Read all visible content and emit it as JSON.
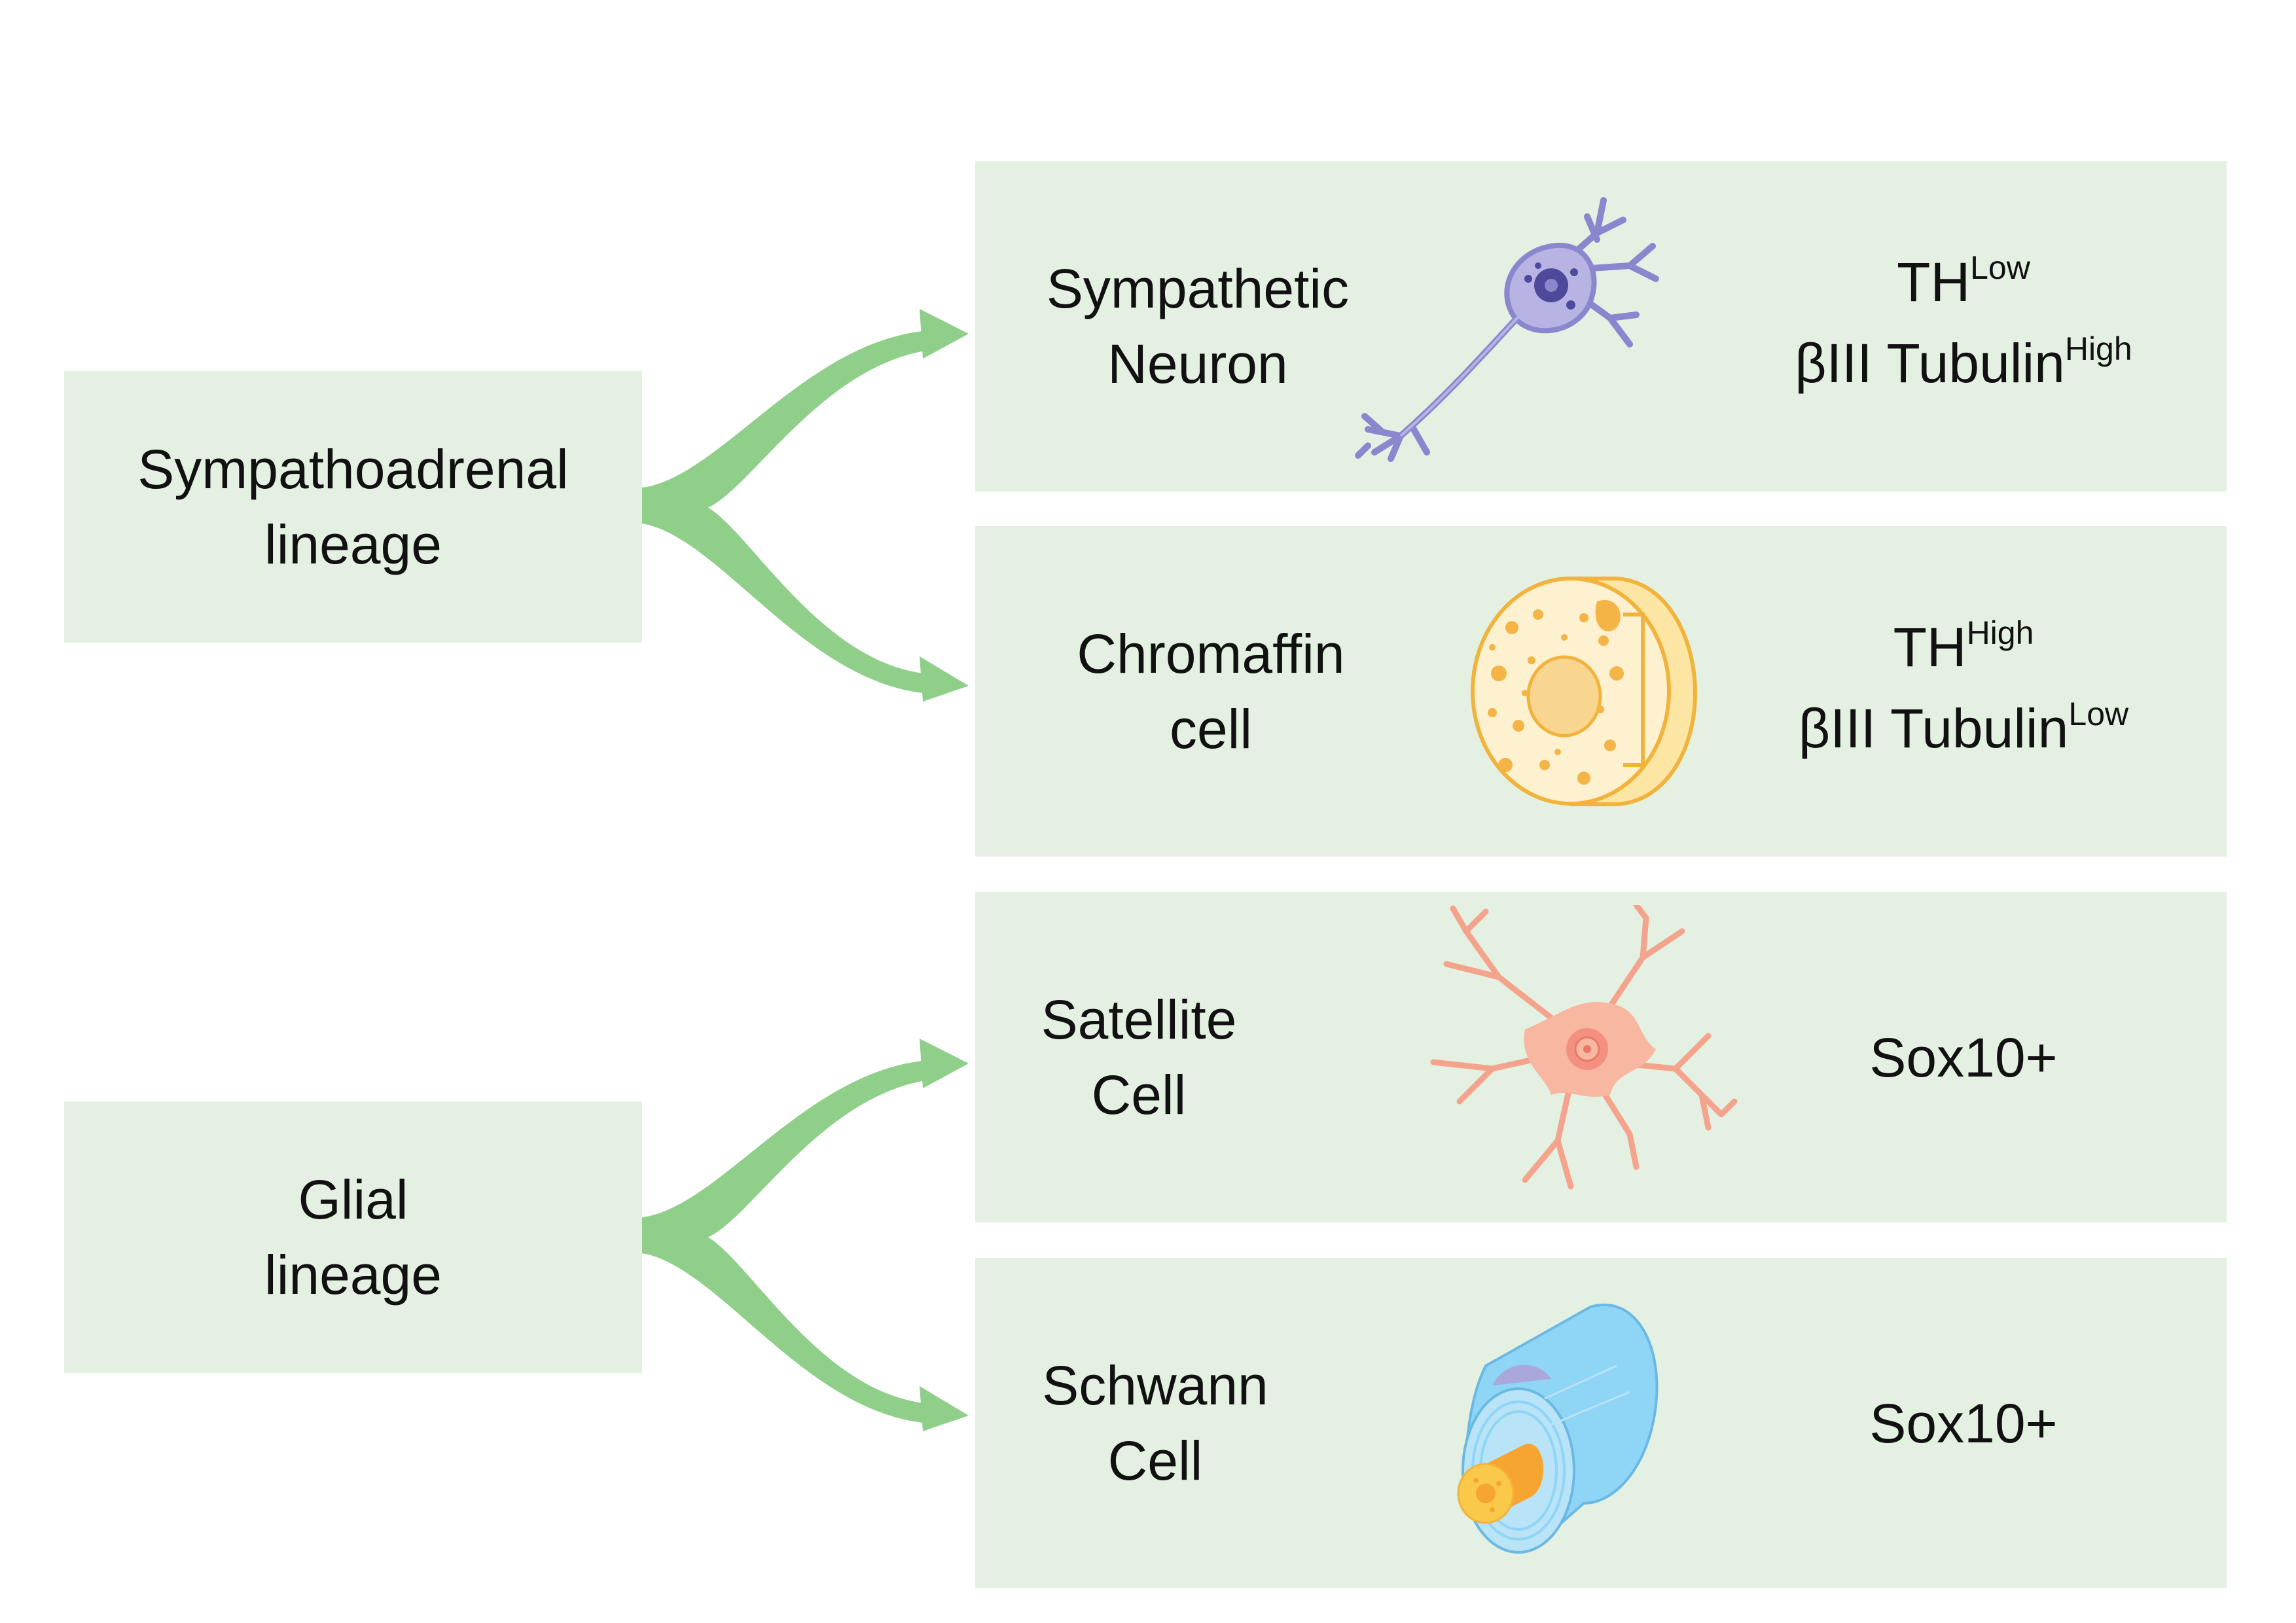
{
  "colors": {
    "box_fill": "#e4f1e2",
    "arrow": "#8fcf8a",
    "neuron": "#b7b4e4",
    "chromaffin": "#fde6a4",
    "satellite": "#f7b7a0",
    "schwann": "#8fd5f5"
  },
  "lineages": [
    {
      "line1": "Sympathoadrenal",
      "line2": "lineage"
    },
    {
      "line1": "Glial",
      "line2": "lineage"
    }
  ],
  "cells": [
    {
      "name_line1": "Sympathetic",
      "name_line2": "Neuron",
      "icon": "neuron-icon",
      "marker1_base": "TH",
      "marker1_sup": "Low",
      "marker2_base": "βIII Tubulin",
      "marker2_sup": "High"
    },
    {
      "name_line1": "Chromaffin",
      "name_line2": "cell",
      "icon": "chromaffin-cell-icon",
      "marker1_base": "TH",
      "marker1_sup": "High",
      "marker2_base": "βIII Tubulin",
      "marker2_sup": "Low"
    },
    {
      "name_line1": "Satellite",
      "name_line2": "Cell",
      "icon": "satellite-cell-icon",
      "marker1_base": "Sox10+"
    },
    {
      "name_line1": "Schwann",
      "name_line2": "Cell",
      "icon": "schwann-cell-icon",
      "marker1_base": "Sox10+"
    }
  ]
}
